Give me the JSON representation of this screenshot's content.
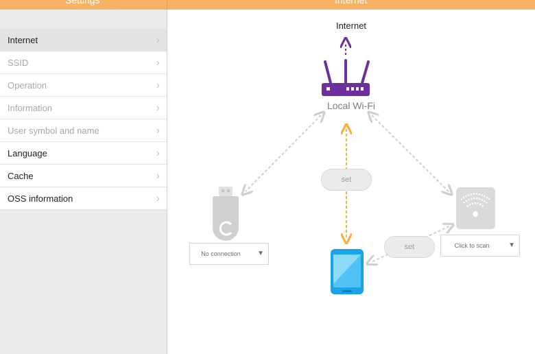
{
  "header": {
    "left_title": "Settings",
    "right_title": "Internet"
  },
  "sidebar": {
    "items": [
      {
        "label": "Internet",
        "state": "active"
      },
      {
        "label": "SSID",
        "state": "disabled"
      },
      {
        "label": "Operation",
        "state": "disabled"
      },
      {
        "label": "Information",
        "state": "disabled"
      },
      {
        "label": "User symbol and name",
        "state": "disabled"
      },
      {
        "label": "Language",
        "state": "enabled"
      },
      {
        "label": "Cache",
        "state": "enabled"
      },
      {
        "label": "OSS information",
        "state": "enabled"
      }
    ],
    "chevron": "›"
  },
  "main": {
    "title": "Internet",
    "router_label": "Local Wi-Fi",
    "set_center_label": "set",
    "set_right_label": "set",
    "dongle_dropdown": "No connection",
    "scan_dropdown": "Click to scan",
    "dropdown_arrow": "▼"
  },
  "colors": {
    "header": "#f7b262",
    "router": "#6b2f9e",
    "arrow_orange": "#f5b041",
    "arrow_gray": "#cfcfcf",
    "phone": "#1aa3e8"
  },
  "icons": [
    "router-icon",
    "usb-dongle-icon",
    "wifi-scanner-icon",
    "smartphone-icon",
    "up-arrow-icon"
  ]
}
